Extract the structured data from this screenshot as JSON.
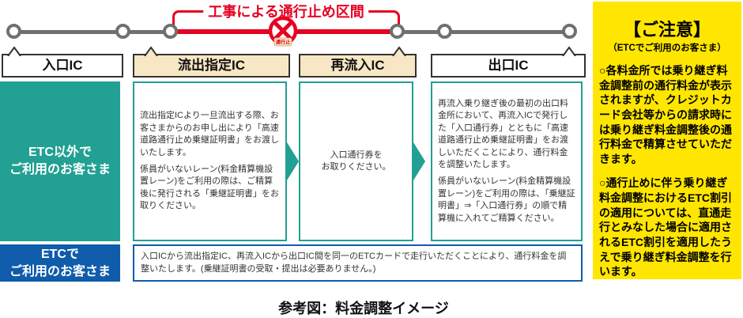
{
  "colors": {
    "teal": "#21a093",
    "blue": "#0f5cab",
    "red": "#e60021",
    "cream": "#f8e7c4",
    "yellow": "#ffe600",
    "road_gray": "#6f7070"
  },
  "road": {
    "closure_label": "工事による通行止め区間",
    "closure_sign_text": "通行止",
    "ics": [
      {
        "label": "入口IC"
      },
      {
        "label": "流出指定IC"
      },
      {
        "label": "再流入IC"
      },
      {
        "label": "出口IC"
      }
    ]
  },
  "rows": [
    {
      "label": "ETC以外で\nご利用のお客さま"
    },
    {
      "label": "ETCで\nご利用のお客さま"
    }
  ],
  "steps": {
    "exit_ic": {
      "p1": "流出指定ICより一旦流出する際、お客さまからのお申し出により「高速道路通行止め乗継証明書」をお渡しいたします。",
      "p2": "係員がいないレーン(料金精算機設置レーン)をご利用の際は、ご精算後に発行される「乗継証明書」をお取りください。"
    },
    "reentry_ic": {
      "text": "入口通行券を\nお取りください。"
    },
    "final_exit": {
      "p1": "再流入乗り継ぎ後の最初の出口料金所において、再流入ICで発行した「入口通行券」とともに「高速道路通行止め乗継証明書」をお渡しいただくことにより、通行料金を調整いたします。",
      "p2": "係員がいないレーン(料金精算機設置レーン)をご利用の際は、「乗継証明書」⇒「入口通行券」の順で精算機に入れてご精算ください。"
    },
    "etc_row": {
      "text": "入口ICから流出指定IC、再流入ICから出口IC間を同一のETCカードで走行いただくことにより、通行料金を調整いたします。(乗継証明書の受取・提出は必要ありません。)"
    }
  },
  "notice": {
    "title": "【ご注意】",
    "subtitle": "（ETCでご利用のお客さま）",
    "items": [
      "○各料金所では乗り継ぎ料金調整前の通行料金が表示されますが、クレジットカード会社等からの請求時には乗り継ぎ料金調整後の通行料金で精算させていただきます。",
      "○通行止めに伴う乗り継ぎ料金調整におけるETC割引の適用については、直通走行とみなした場合に適用されるETC割引を適用したうえで乗り継ぎ料金調整を行います。"
    ]
  },
  "caption": "参考図：料金調整イメージ"
}
